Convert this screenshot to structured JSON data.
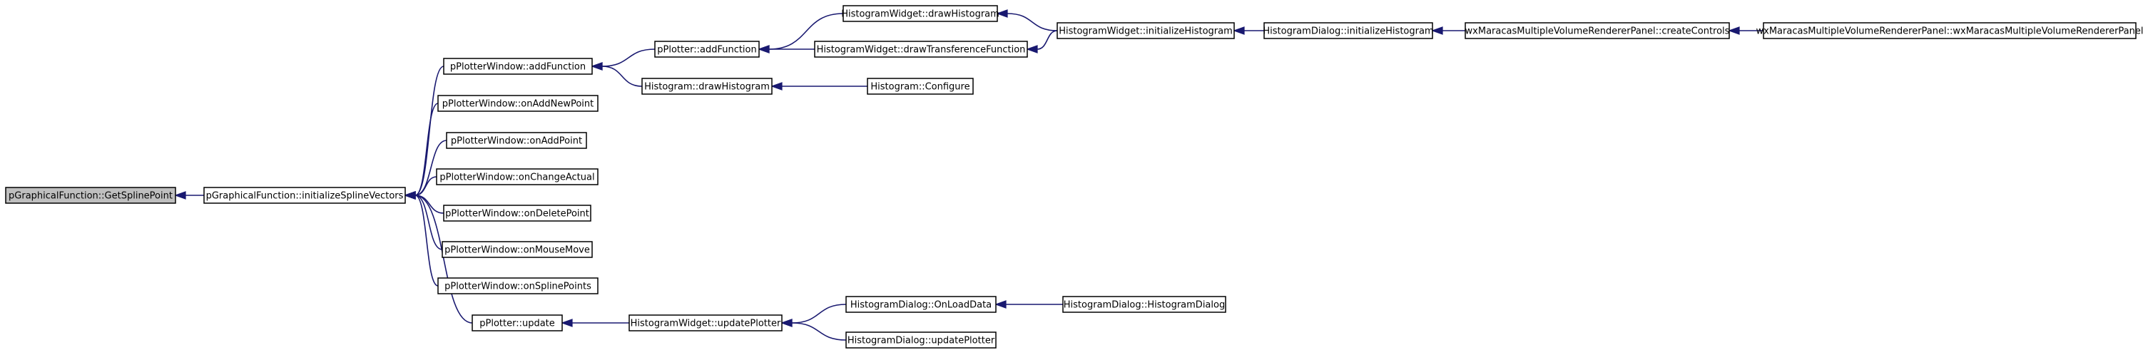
{
  "diagram": {
    "type": "call-graph",
    "colors": {
      "edge": "#191970",
      "node_fill": "#ffffff",
      "root_fill": "#bfbfbf",
      "border": "#000000"
    },
    "nodes": [
      {
        "id": "n0",
        "label": "pGraphicalFunction::GetSplinePoint",
        "root": true
      },
      {
        "id": "n1",
        "label": "pGraphicalFunction::initializeSplineVectors"
      },
      {
        "id": "n2",
        "label": "pPlotterWindow::addFunction"
      },
      {
        "id": "n3",
        "label": "pPlotterWindow::onAddNewPoint"
      },
      {
        "id": "n4",
        "label": "pPlotterWindow::onAddPoint"
      },
      {
        "id": "n5",
        "label": "pPlotterWindow::onChangeActual"
      },
      {
        "id": "n6",
        "label": "pPlotterWindow::onDeletePoint"
      },
      {
        "id": "n7",
        "label": "pPlotterWindow::onMouseMove"
      },
      {
        "id": "n8",
        "label": "pPlotterWindow::onSplinePoints"
      },
      {
        "id": "n9",
        "label": "pPlotter::update"
      },
      {
        "id": "n10",
        "label": "pPlotter::addFunction"
      },
      {
        "id": "n11",
        "label": "Histogram::drawHistogram"
      },
      {
        "id": "n12",
        "label": "HistogramWidget::drawHistogram"
      },
      {
        "id": "n13",
        "label": "HistogramWidget::drawTransferenceFunction"
      },
      {
        "id": "n14",
        "label": "HistogramWidget::initializeHistogram"
      },
      {
        "id": "n15",
        "label": "HistogramDialog::initializeHistogram"
      },
      {
        "id": "n16",
        "label": "wxMaracasMultipleVolumeRendererPanel::createControls"
      },
      {
        "id": "n17",
        "label": "wxMaracasMultipleVolumeRendererPanel::wxMaracasMultipleVolumeRendererPanel"
      },
      {
        "id": "n18",
        "label": "Histogram::Configure"
      },
      {
        "id": "n19",
        "label": "HistogramWidget::updatePlotter"
      },
      {
        "id": "n20",
        "label": "HistogramDialog::OnLoadData"
      },
      {
        "id": "n21",
        "label": "HistogramDialog::updatePlotter"
      },
      {
        "id": "n22",
        "label": "HistogramDialog::HistogramDialog"
      }
    ],
    "edges": [
      {
        "from": "n1",
        "to": "n0"
      },
      {
        "from": "n2",
        "to": "n1"
      },
      {
        "from": "n3",
        "to": "n1"
      },
      {
        "from": "n4",
        "to": "n1"
      },
      {
        "from": "n5",
        "to": "n1"
      },
      {
        "from": "n6",
        "to": "n1"
      },
      {
        "from": "n7",
        "to": "n1"
      },
      {
        "from": "n8",
        "to": "n1"
      },
      {
        "from": "n9",
        "to": "n1"
      },
      {
        "from": "n10",
        "to": "n2"
      },
      {
        "from": "n11",
        "to": "n2"
      },
      {
        "from": "n12",
        "to": "n10"
      },
      {
        "from": "n13",
        "to": "n10"
      },
      {
        "from": "n14",
        "to": "n12"
      },
      {
        "from": "n14",
        "to": "n13"
      },
      {
        "from": "n15",
        "to": "n14"
      },
      {
        "from": "n16",
        "to": "n15"
      },
      {
        "from": "n17",
        "to": "n16"
      },
      {
        "from": "n18",
        "to": "n11"
      },
      {
        "from": "n19",
        "to": "n9"
      },
      {
        "from": "n20",
        "to": "n19"
      },
      {
        "from": "n21",
        "to": "n19"
      },
      {
        "from": "n22",
        "to": "n20"
      }
    ]
  }
}
